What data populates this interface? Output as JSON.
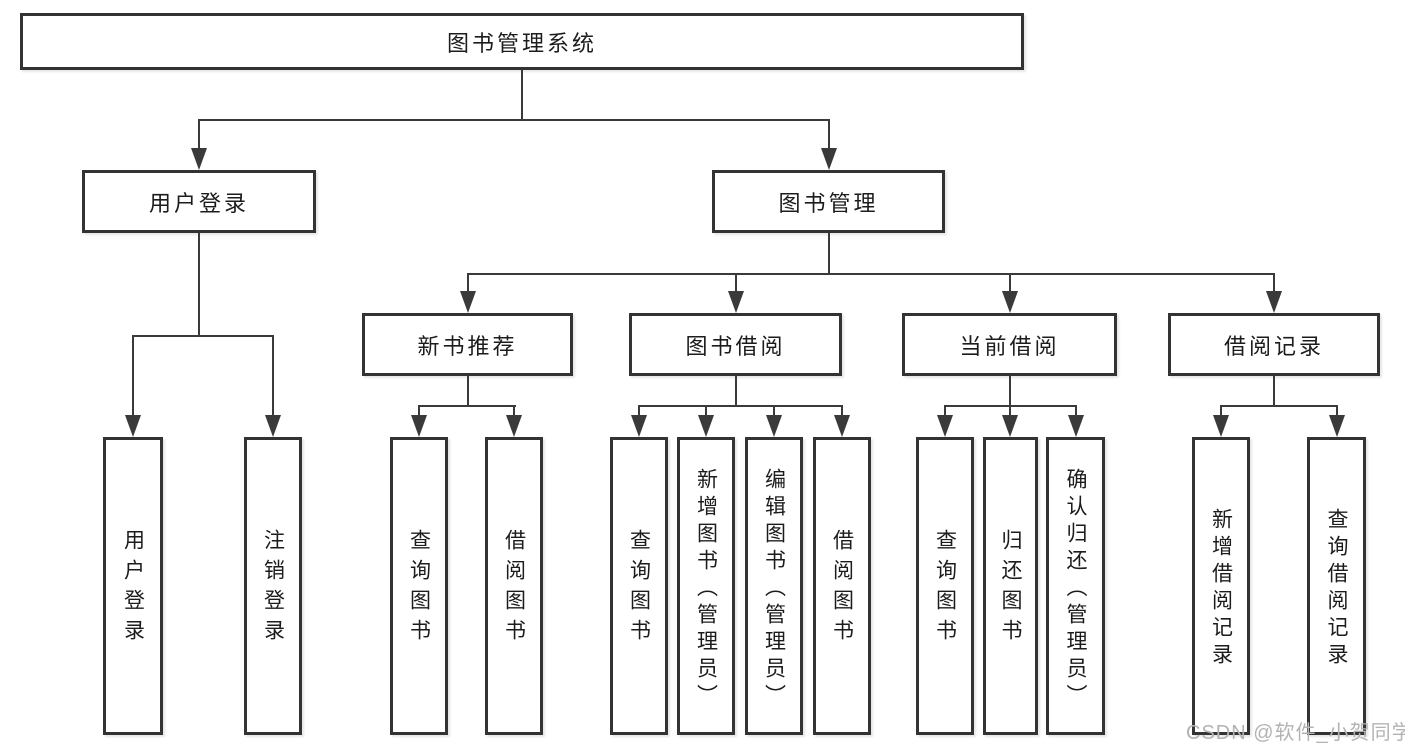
{
  "diagram": {
    "title": "图书管理系统",
    "level2": {
      "user_login": {
        "label": "用户登录"
      },
      "book_management": {
        "label": "图书管理"
      }
    },
    "level3": {
      "new_book_recommendation": {
        "label": "新书推荐"
      },
      "book_borrowing": {
        "label": "图书借阅"
      },
      "current_borrowing": {
        "label": "当前借阅"
      },
      "borrowing_records": {
        "label": "借阅记录"
      }
    },
    "leaves": {
      "user_login": {
        "label": "用户登录"
      },
      "logout": {
        "label": "注销登录"
      },
      "query_books_1": {
        "label": "查询图书"
      },
      "borrow_books_1": {
        "label": "借阅图书"
      },
      "query_books_2": {
        "label": "查询图书"
      },
      "add_books_admin": {
        "label": "新增图书（管理员）"
      },
      "edit_books_admin": {
        "label": "编辑图书（管理员）"
      },
      "borrow_books_2": {
        "label": "借阅图书"
      },
      "query_books_3": {
        "label": "查询图书"
      },
      "return_books": {
        "label": "归还图书"
      },
      "confirm_return_admin": {
        "label": "确认归还（管理员）"
      },
      "add_borrow_record": {
        "label": "新增借阅记录"
      },
      "query_borrow_record": {
        "label": "查询借阅记录"
      }
    }
  },
  "watermark": {
    "text": "CSDN @软件_小贺同学"
  },
  "colors": {
    "line": "#3a3a3a",
    "border": "#333333",
    "text": "#1c1c1c",
    "background": "#ffffff",
    "watermark": "#b3b3b3"
  }
}
